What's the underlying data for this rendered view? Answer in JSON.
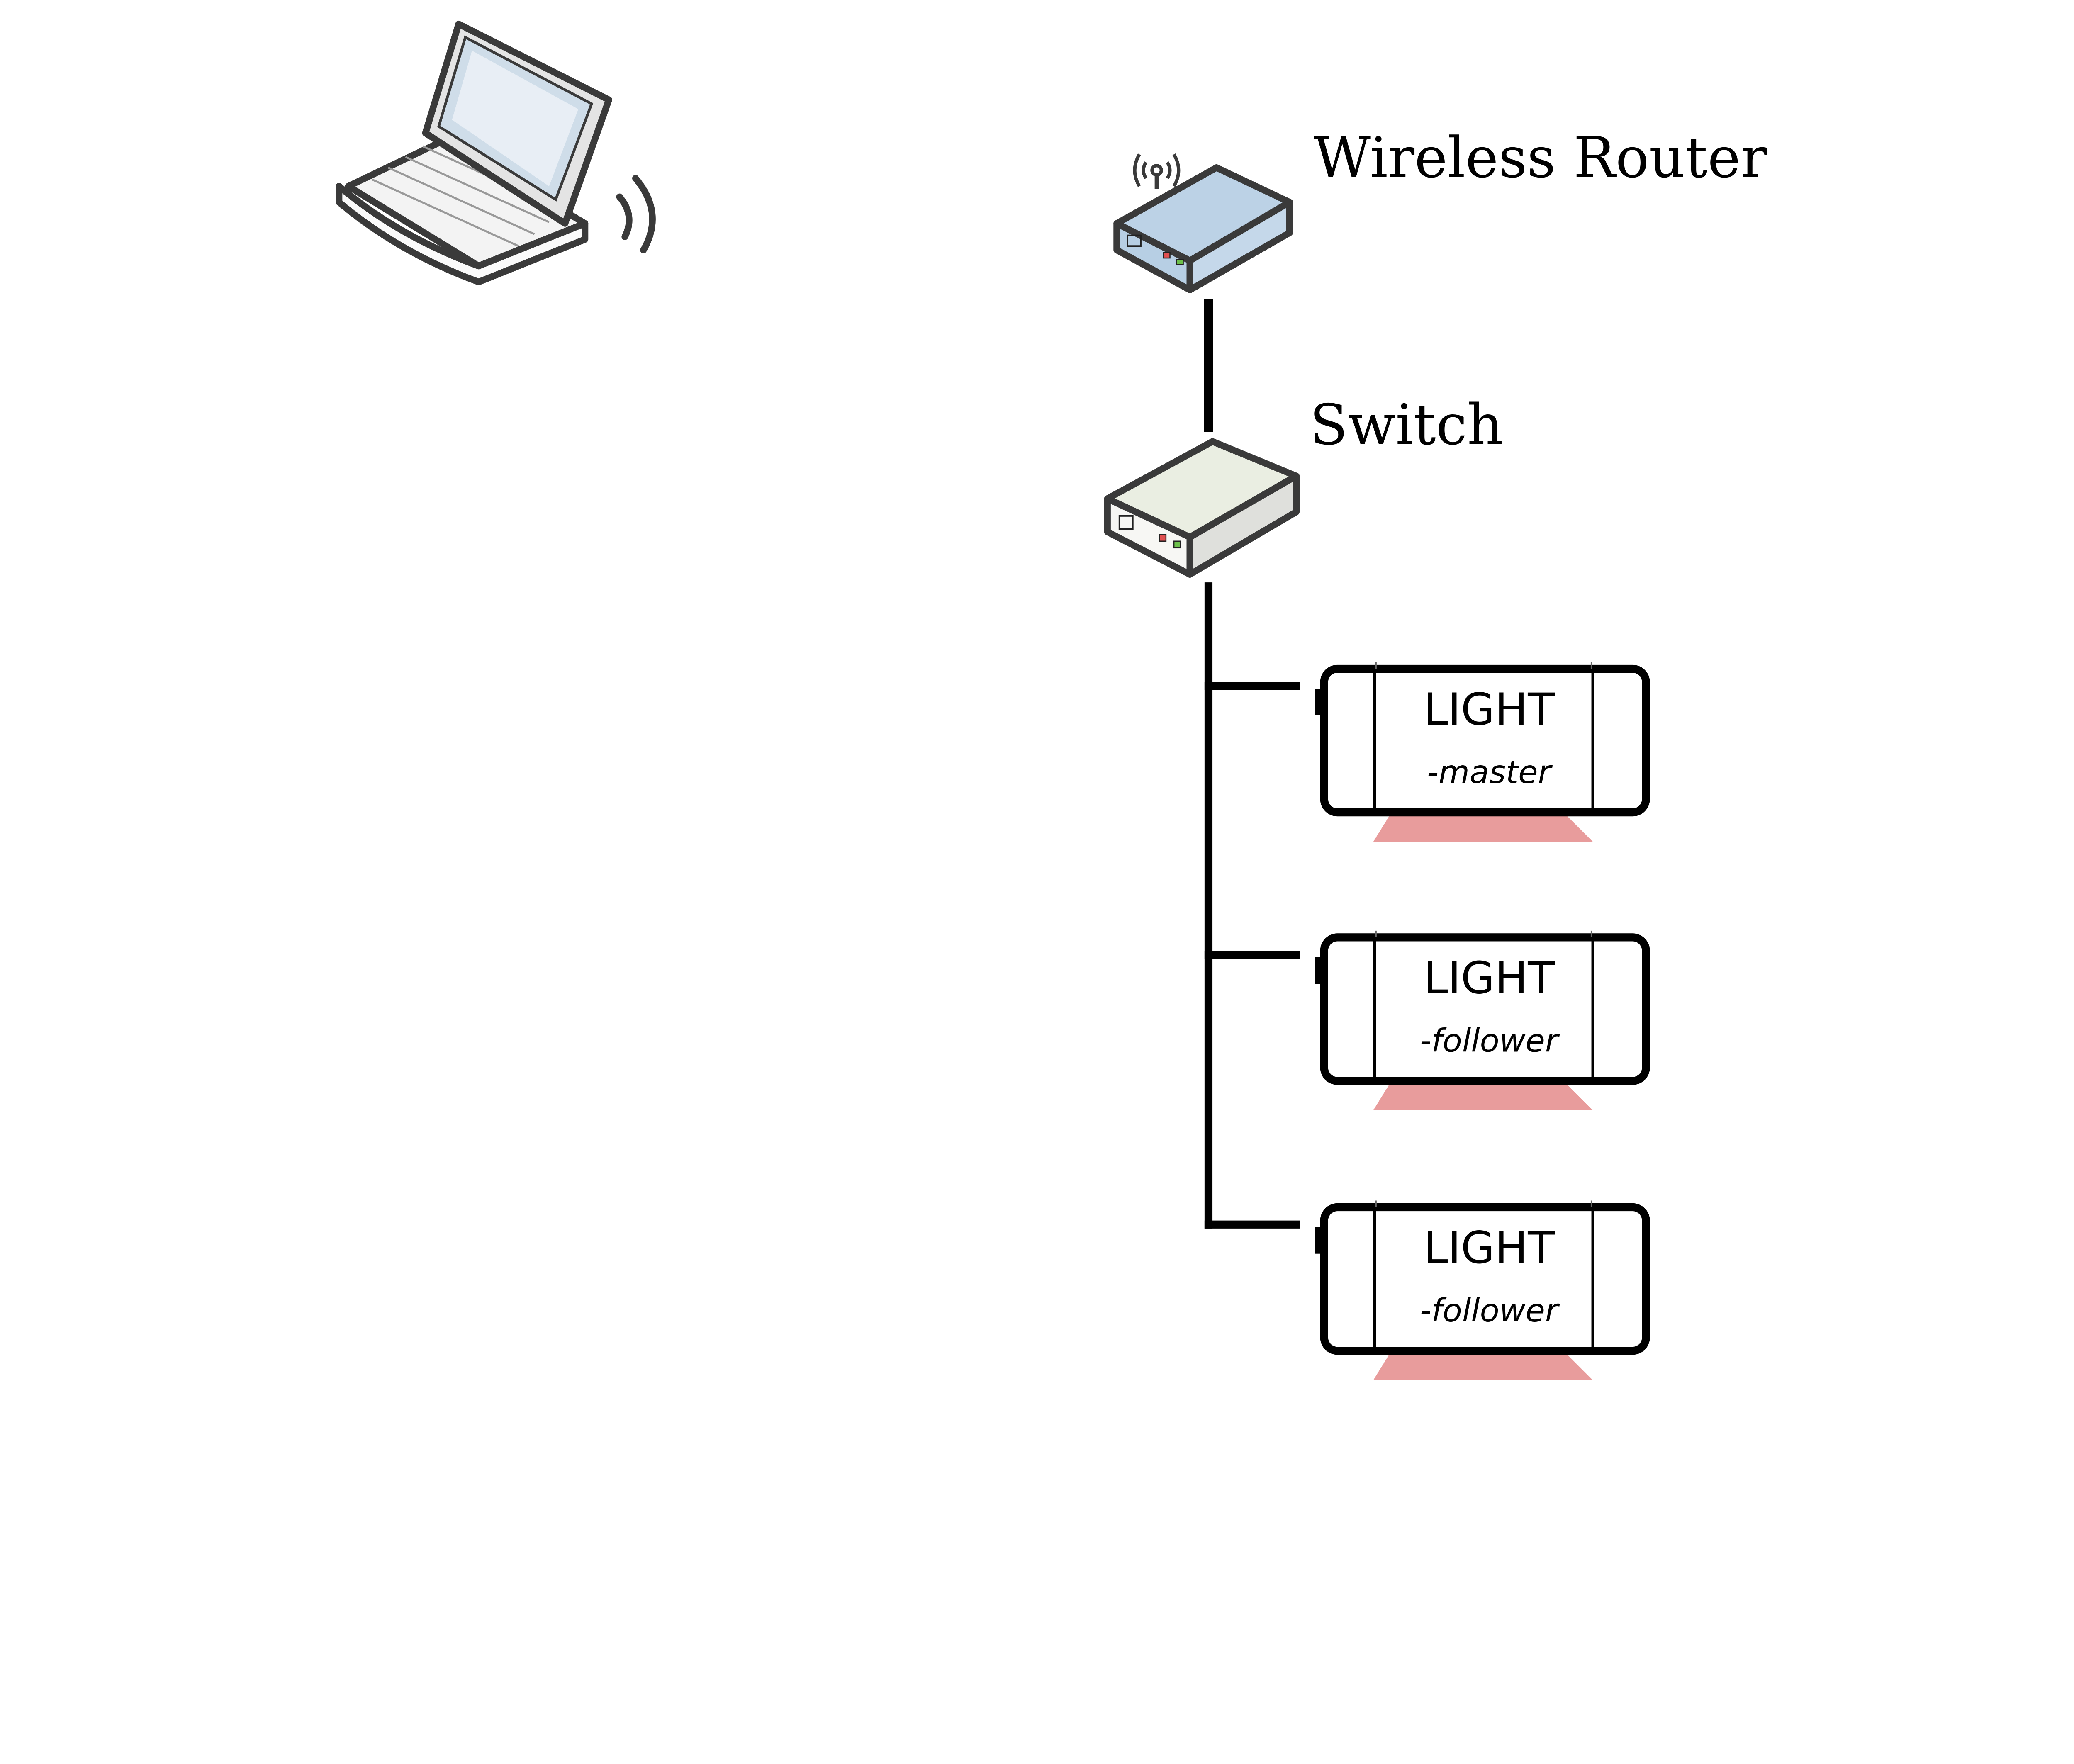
{
  "labels": {
    "router": "Wireless Router",
    "switch": "Switch"
  },
  "lights": [
    {
      "title": "LIGHT",
      "role": "-master"
    },
    {
      "title": "LIGHT",
      "role": "-follower"
    },
    {
      "title": "LIGHT",
      "role": "-follower"
    }
  ],
  "colors": {
    "router_body": "#b7cfe4",
    "switch_body": "#e8ecdf",
    "beam": "#e89c9c",
    "outline": "#3a3a3a",
    "led_red": "#e05050",
    "led_green": "#6cc04a"
  },
  "icons": [
    "laptop-icon",
    "wifi-signal-icon",
    "wireless-router-icon",
    "network-switch-icon",
    "light-fixture-icon"
  ]
}
